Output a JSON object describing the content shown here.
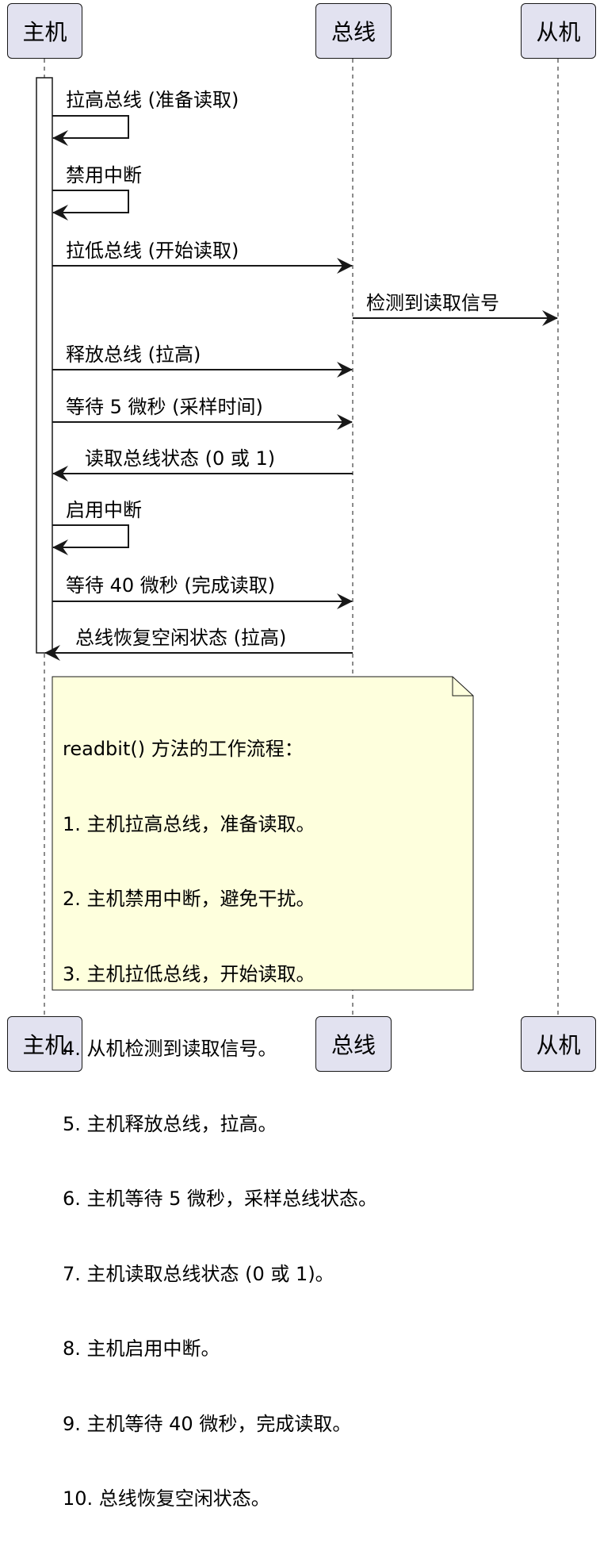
{
  "participants": [
    {
      "id": "host",
      "label": "主机"
    },
    {
      "id": "bus",
      "label": "总线"
    },
    {
      "id": "slave",
      "label": "从机"
    }
  ],
  "messages": [
    {
      "from": "host",
      "to": "host",
      "label": "拉高总线 (准备读取)"
    },
    {
      "from": "host",
      "to": "host",
      "label": "禁用中断"
    },
    {
      "from": "host",
      "to": "bus",
      "label": "拉低总线 (开始读取)"
    },
    {
      "from": "bus",
      "to": "slave",
      "label": "检测到读取信号"
    },
    {
      "from": "host",
      "to": "bus",
      "label": "释放总线 (拉高)"
    },
    {
      "from": "host",
      "to": "bus",
      "label": "等待 5 微秒 (采样时间)"
    },
    {
      "from": "bus",
      "to": "host",
      "label": "读取总线状态 (0 或 1)"
    },
    {
      "from": "host",
      "to": "host",
      "label": "启用中断"
    },
    {
      "from": "host",
      "to": "bus",
      "label": "等待 40 微秒 (完成读取)"
    },
    {
      "from": "bus",
      "to": "host",
      "label": "总线恢复空闲状态 (拉高)"
    }
  ],
  "note": {
    "lines": [
      "readbit() 方法的工作流程：",
      "1. 主机拉高总线，准备读取。",
      "2. 主机禁用中断，避免干扰。",
      "3. 主机拉低总线，开始读取。",
      "4. 从机检测到读取信号。",
      "5. 主机释放总线，拉高。",
      "6. 主机等待 5 微秒，采样总线状态。",
      "7. 主机读取总线状态 (0 或 1)。",
      "8. 主机启用中断。",
      "9. 主机等待 40 微秒，完成读取。",
      "10. 总线恢复空闲状态。"
    ]
  },
  "colors": {
    "participant_fill": "#E2E2F0",
    "line": "#181818",
    "note_fill": "#FEFFDD",
    "activation_fill": "#FFFFFF"
  }
}
